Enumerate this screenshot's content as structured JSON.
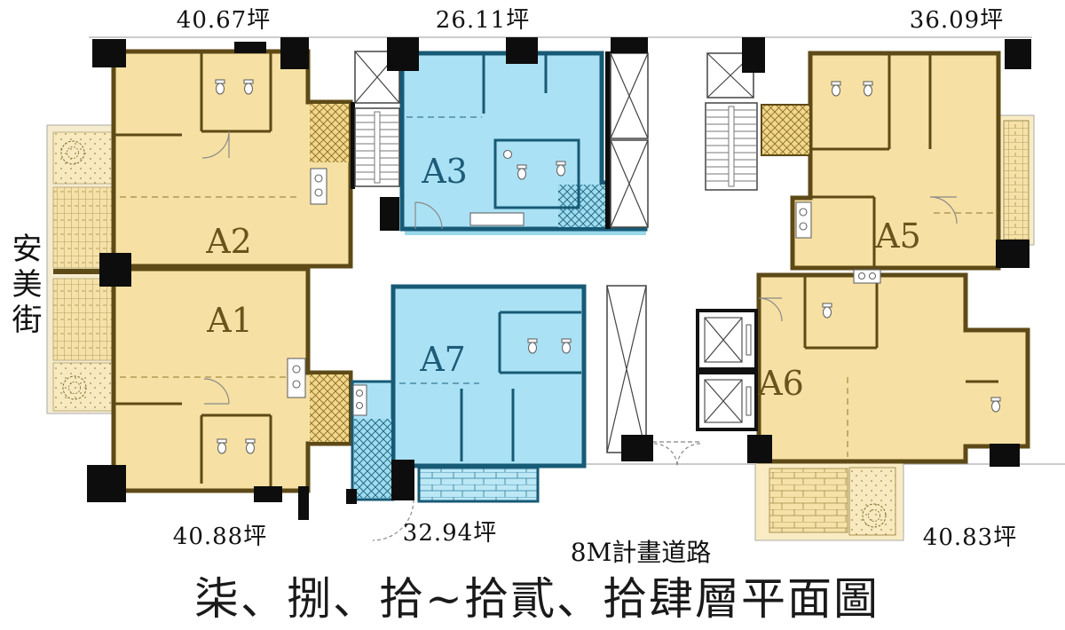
{
  "labels": {
    "title": "柒、捌、拾~拾貳、拾肆層平面圖",
    "street": "安美街",
    "road": "8M計畫道路"
  },
  "units": [
    {
      "id": "A1",
      "label": "A1",
      "area_ping": "40.88坪",
      "scheme": "tan"
    },
    {
      "id": "A2",
      "label": "A2",
      "area_ping": "40.67坪",
      "scheme": "tan"
    },
    {
      "id": "A3",
      "label": "A3",
      "area_ping": "26.11坪",
      "scheme": "blue"
    },
    {
      "id": "A5",
      "label": "A5",
      "area_ping": "36.09坪",
      "scheme": "tan"
    },
    {
      "id": "A6",
      "label": "A6",
      "area_ping": "40.83坪",
      "scheme": "tan"
    },
    {
      "id": "A7",
      "label": "A7",
      "area_ping": "32.94坪",
      "scheme": "blue"
    }
  ],
  "colors": {
    "tan_fill": "#F6E0A3",
    "tan_wall": "#5E4A16",
    "tan_text": "#6B531D",
    "blue_fill": "#ABE1F4",
    "blue_wall": "#175A76",
    "blue_text": "#1D5C79",
    "column_black": "#0D0D0D",
    "text_black": "#111111"
  }
}
